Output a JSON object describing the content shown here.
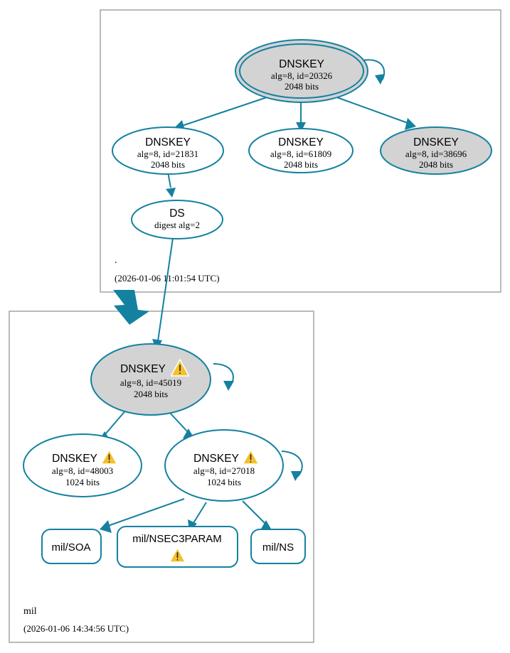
{
  "diagram": {
    "type": "dnssec-authentication-chain",
    "accent_color": "#1481a0",
    "shaded_fill": "#d3d3d3",
    "warning_color": "#f5c12b",
    "zone_border_color": "#9c9c9c"
  },
  "zones": [
    {
      "id": "root",
      "label": ".",
      "timestamp": "(2026-01-06 11:01:54 UTC)"
    },
    {
      "id": "mil",
      "label": "mil",
      "timestamp": "(2026-01-06 14:34:56 UTC)"
    }
  ],
  "nodes": {
    "root_ksk": {
      "title": "DNSKEY",
      "line2": "alg=8, id=20326",
      "line3": "2048 bits",
      "shaded": true,
      "trust_anchor": true,
      "warning": false
    },
    "root_zsk_21831": {
      "title": "DNSKEY",
      "line2": "alg=8, id=21831",
      "line3": "2048 bits",
      "shaded": false,
      "trust_anchor": false,
      "warning": false
    },
    "root_zsk_61809": {
      "title": "DNSKEY",
      "line2": "alg=8, id=61809",
      "line3": "2048 bits",
      "shaded": false,
      "trust_anchor": false,
      "warning": false
    },
    "root_zsk_38696": {
      "title": "DNSKEY",
      "line2": "alg=8, id=38696",
      "line3": "2048 bits",
      "shaded": true,
      "trust_anchor": false,
      "warning": false
    },
    "ds": {
      "title": "DS",
      "line2": "digest alg=2",
      "line3": "",
      "shaded": false,
      "trust_anchor": false,
      "warning": false
    },
    "mil_ksk": {
      "title": "DNSKEY",
      "line2": "alg=8, id=45019",
      "line3": "2048 bits",
      "shaded": true,
      "trust_anchor": false,
      "warning": true
    },
    "mil_zsk_48003": {
      "title": "DNSKEY",
      "line2": "alg=8, id=48003",
      "line3": "1024 bits",
      "shaded": false,
      "trust_anchor": false,
      "warning": true
    },
    "mil_zsk_27018": {
      "title": "DNSKEY",
      "line2": "alg=8, id=27018",
      "line3": "1024 bits",
      "shaded": false,
      "trust_anchor": false,
      "warning": true
    }
  },
  "rrsets": [
    {
      "id": "mil_soa",
      "label": "mil/SOA",
      "warning": false
    },
    {
      "id": "mil_nsec3param",
      "label": "mil/NSEC3PARAM",
      "warning": true
    },
    {
      "id": "mil_ns",
      "label": "mil/NS",
      "warning": false
    }
  ]
}
